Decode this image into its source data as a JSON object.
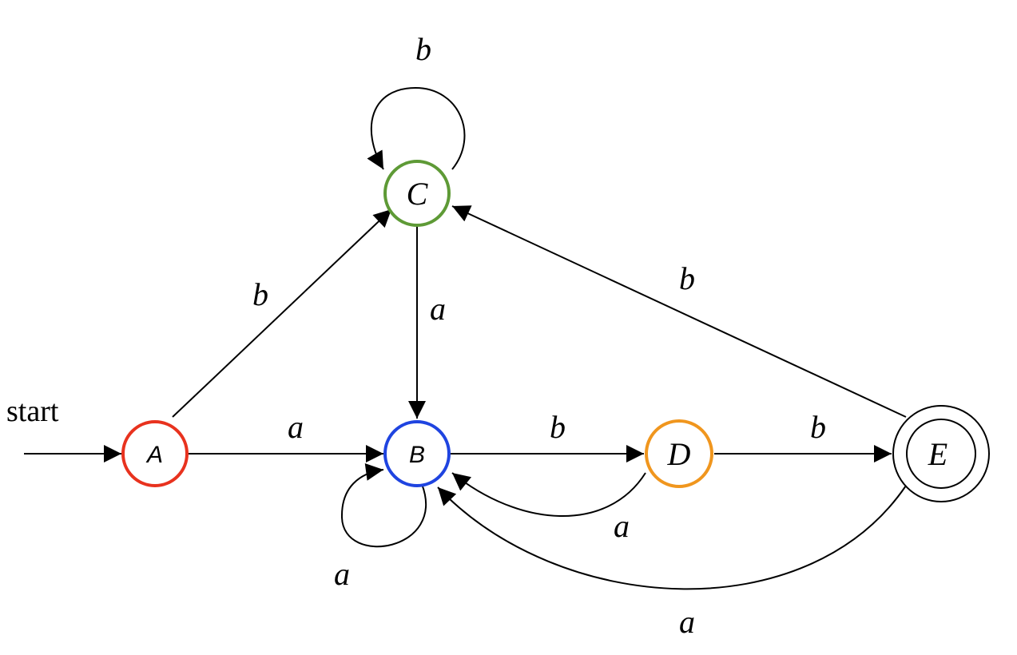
{
  "start_label": "start",
  "states": {
    "A": {
      "label": "A",
      "color": "#e8321e"
    },
    "B": {
      "label": "B",
      "color": "#1f44e0"
    },
    "C": {
      "label": "C",
      "color": "#5e9a36"
    },
    "D": {
      "label": "D",
      "color": "#f0961e"
    },
    "E": {
      "label": "E",
      "color": "#000000",
      "accepting": true
    }
  },
  "transitions": [
    {
      "from": "A",
      "to": "B",
      "symbol": "a"
    },
    {
      "from": "A",
      "to": "C",
      "symbol": "b"
    },
    {
      "from": "B",
      "to": "B",
      "symbol": "a"
    },
    {
      "from": "B",
      "to": "D",
      "symbol": "b"
    },
    {
      "from": "C",
      "to": "C",
      "symbol": "b"
    },
    {
      "from": "C",
      "to": "B",
      "symbol": "a"
    },
    {
      "from": "D",
      "to": "B",
      "symbol": "a"
    },
    {
      "from": "D",
      "to": "E",
      "symbol": "b"
    },
    {
      "from": "E",
      "to": "B",
      "symbol": "a"
    },
    {
      "from": "E",
      "to": "C",
      "symbol": "b"
    }
  ]
}
